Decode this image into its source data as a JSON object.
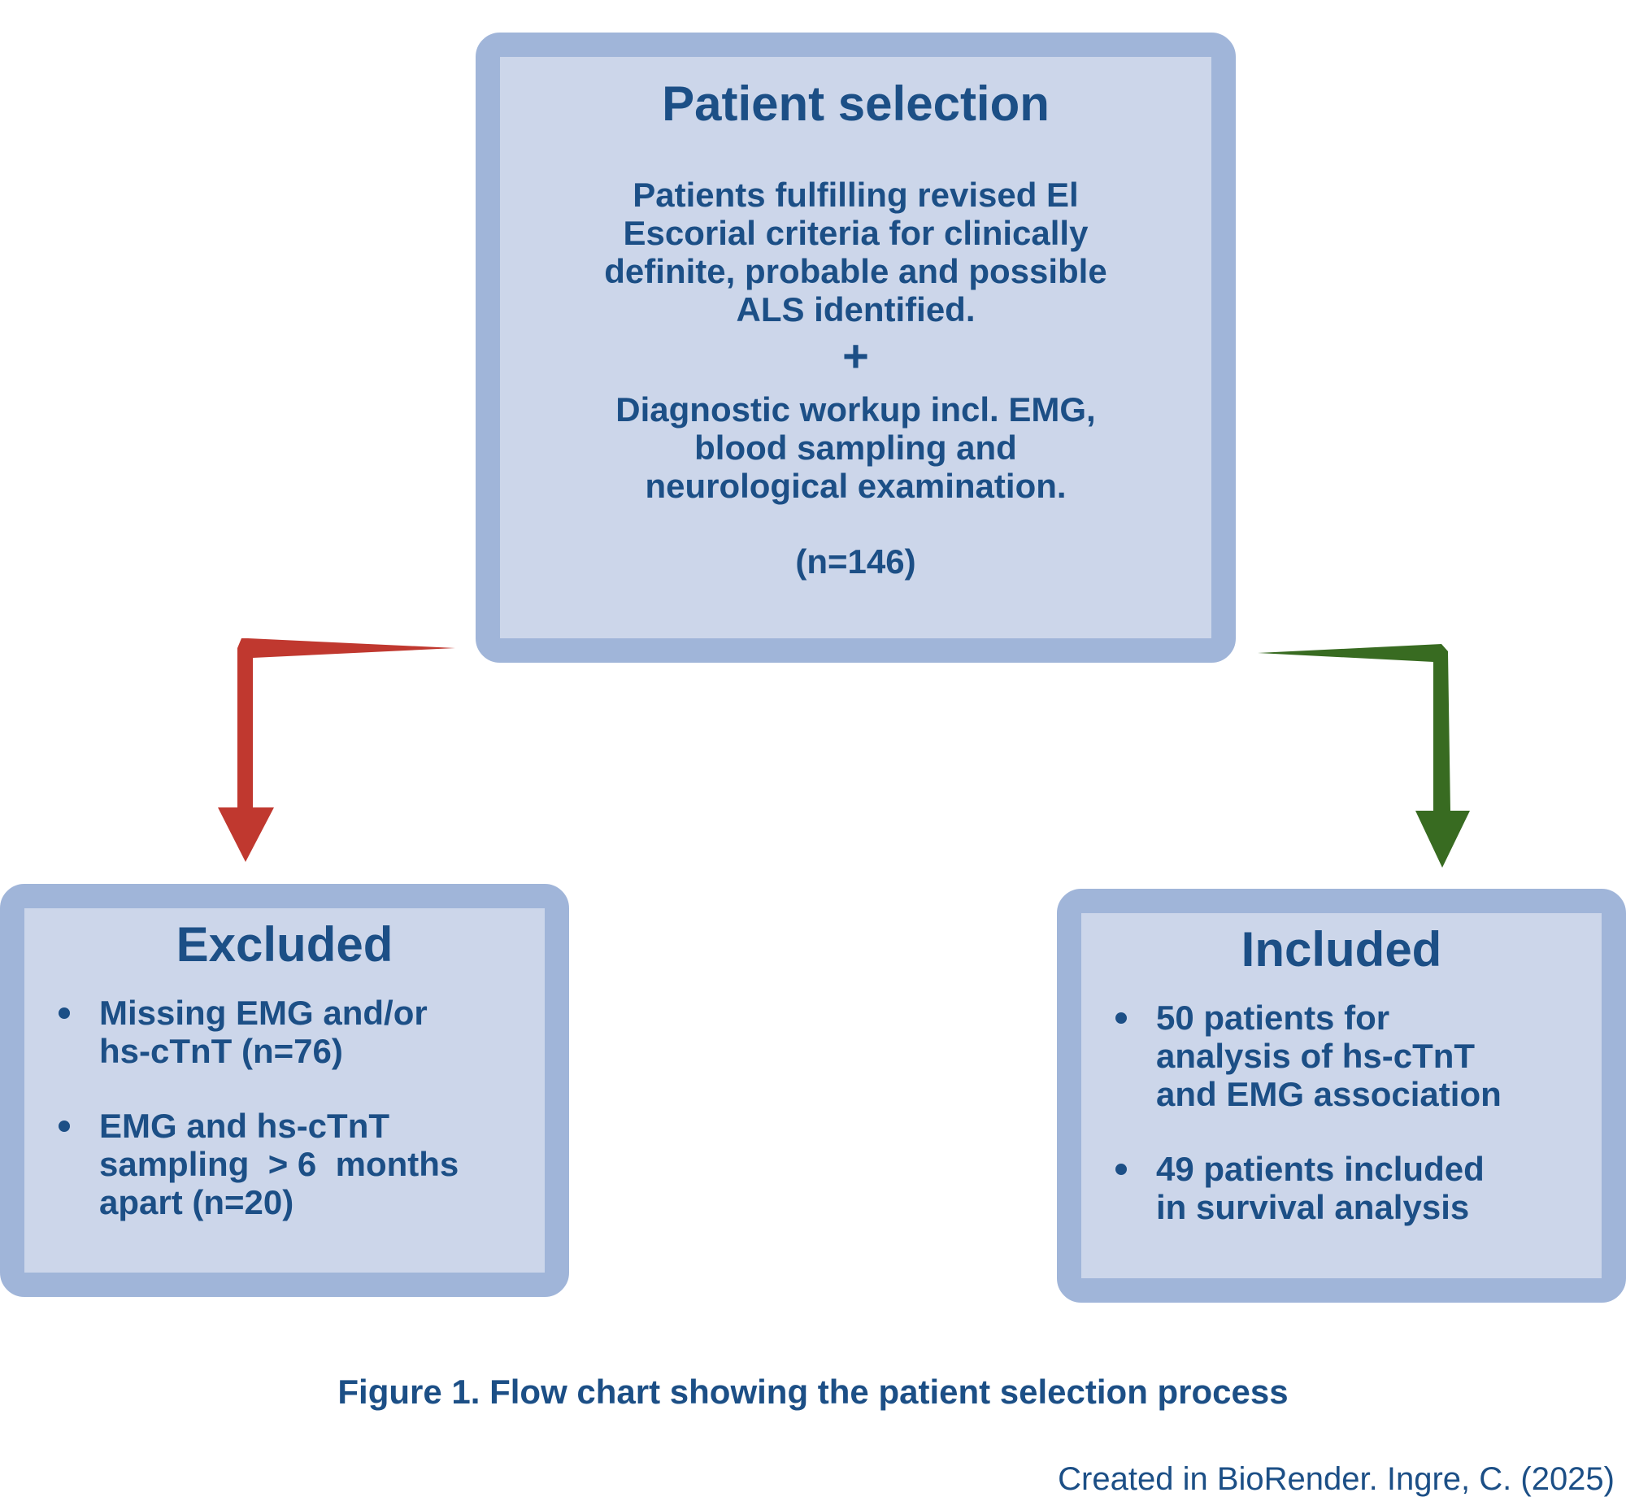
{
  "colors": {
    "box_fill": "#ccd6ea",
    "box_border": "#a0b5d9",
    "text": "#1c4f86",
    "excluded_arrow": "#c0382f",
    "included_arrow": "#386b21"
  },
  "patient_selection": {
    "title": "Patient selection",
    "criteria_lines": [
      "Patients fulfilling revised El",
      "Escorial criteria for clinically",
      "definite, probable and possible",
      "ALS identified."
    ],
    "plus": "+",
    "workup_lines": [
      "Diagnostic workup incl. EMG,",
      "blood sampling and",
      "neurological examination."
    ],
    "count": "(n=146)"
  },
  "excluded": {
    "title": "Excluded",
    "items": [
      {
        "lines": [
          "Missing EMG and/or",
          "hs-cTnT (n=76)"
        ]
      },
      {
        "lines": [
          "EMG and hs-cTnT",
          "sampling  > 6  months",
          "apart (n=20)"
        ]
      }
    ]
  },
  "included": {
    "title": "Included",
    "items": [
      {
        "lines": [
          "50 patients for",
          "analysis of hs-cTnT",
          "and EMG association"
        ]
      },
      {
        "lines": [
          "49 patients included",
          "in survival analysis"
        ]
      }
    ]
  },
  "caption": "Figure 1. Flow chart showing the patient selection process",
  "credit": "Created in BioRender. Ingre, C. (2025)"
}
